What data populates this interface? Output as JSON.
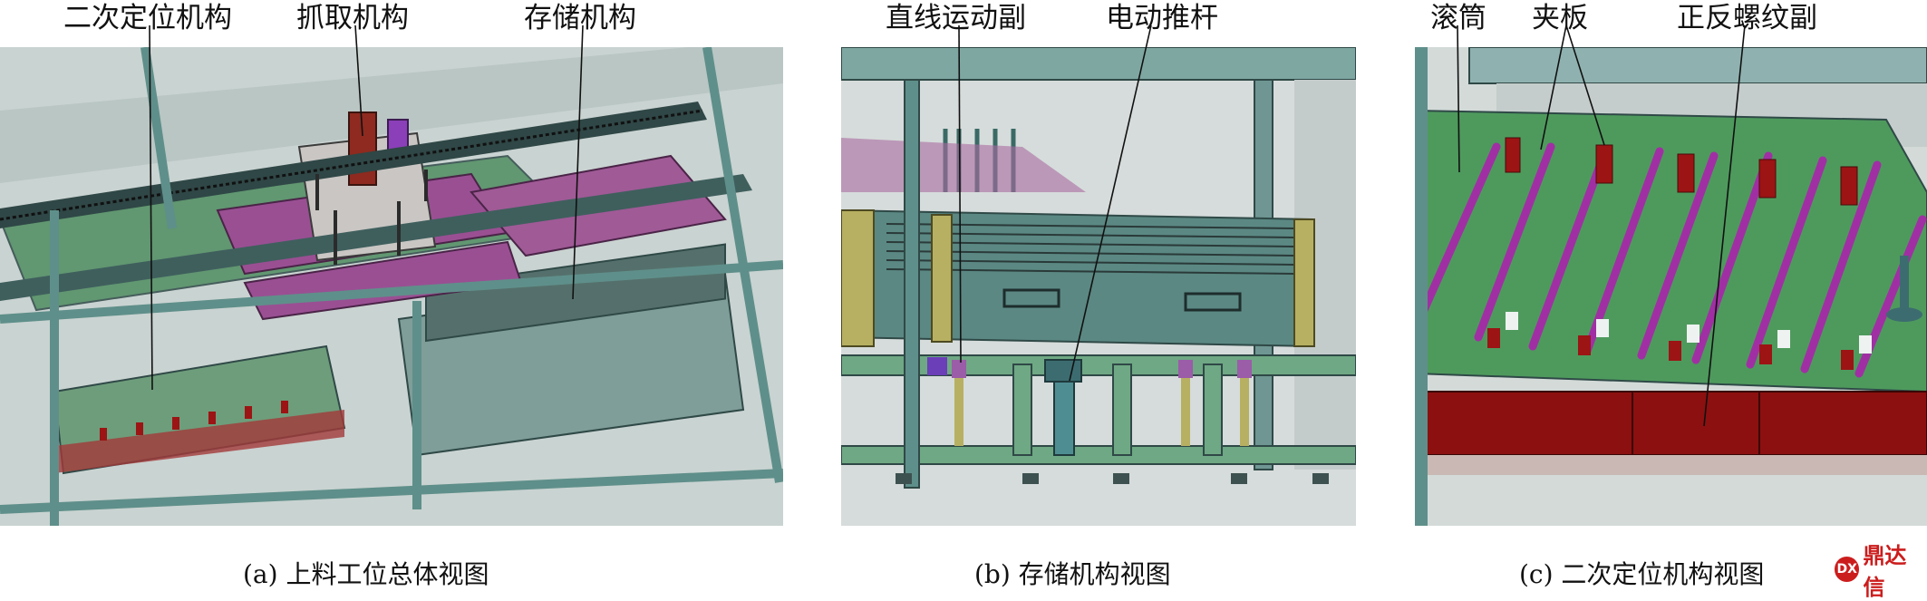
{
  "panel_a": {
    "labels": {
      "secondary_positioning": "二次定位机构",
      "gripping": "抓取机构",
      "storage": "存储机构"
    },
    "caption": "(a)  上料工位总体视图"
  },
  "panel_b": {
    "labels": {
      "linear_motion_pair": "直线运动副",
      "electric_push_rod": "电动推杆"
    },
    "caption": "(b)  存储机构视图"
  },
  "panel_c": {
    "labels": {
      "roller": "滚筒",
      "clamp_plate": "夹板",
      "screw_pair": "正反螺纹副"
    },
    "caption": "(c)  二次定位机构视图"
  },
  "watermark": {
    "icon_text": "DX",
    "text": "鼎达信"
  },
  "colors": {
    "frame": "#5f8f8a",
    "plate_green": "#3d8a55",
    "plate_purple": "#9a4f93",
    "clamp_red": "#9c1414",
    "rail_dark": "#2b3b3a",
    "watermark_red": "#cc1d1d"
  }
}
